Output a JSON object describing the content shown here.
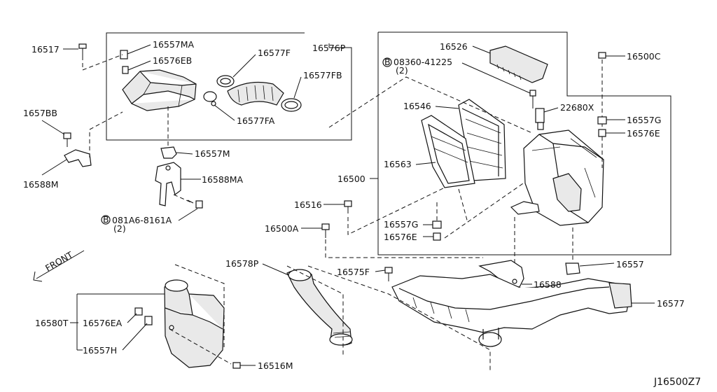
{
  "labels": {
    "p16517": "16517",
    "p16557MA": "16557MA",
    "p16576EB": "16576EB",
    "p16577F": "16577F",
    "p16576P": "16576P",
    "p16577FB": "16577FB",
    "p16577FA": "16577FA",
    "p1657BB": "1657BB",
    "p16588M": "16588M",
    "p16557M": "16557M",
    "p16588MA": "16588MA",
    "p081A6": "081A6-8161A",
    "p081A6_qty": "(2)",
    "p16526": "16526",
    "p08360": "08360-41225",
    "p08360_qty": "(2)",
    "p16500C": "16500C",
    "p16546": "16546",
    "p22680X": "22680X",
    "p16557G_r": "16557G",
    "p16576E_r": "16576E",
    "p16563": "16563",
    "p16500": "16500",
    "p16516": "16516",
    "p16557G_l": "16557G",
    "p16576E_l": "16576E",
    "p16500A": "16500A",
    "p16578P": "16578P",
    "p16575F": "16575F",
    "p16557": "16557",
    "p16588": "16588",
    "p16577": "16577",
    "p16580T": "16580T",
    "p16576EA": "16576EA",
    "p16557H": "16557H",
    "p16516M": "16516M",
    "front": "FRONT",
    "ref_code": "J16500Z7",
    "b_mark": "B"
  }
}
